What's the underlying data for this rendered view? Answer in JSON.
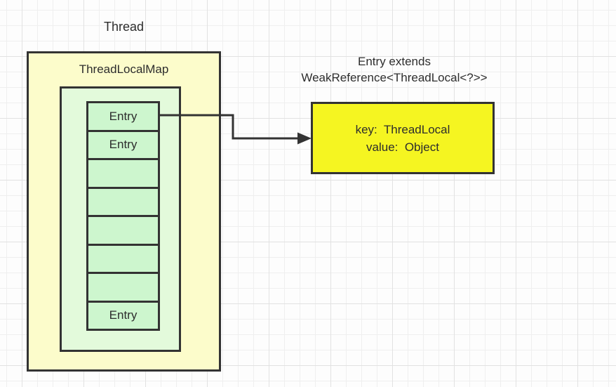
{
  "diagram": {
    "thread_label": "Thread",
    "map_label": "ThreadLocalMap",
    "entries": [
      "Entry",
      "Entry",
      "",
      "",
      "",
      "",
      "",
      "Entry"
    ],
    "note": {
      "line1": "Entry extends",
      "line2": "WeakReference<ThreadLocal<?>>"
    },
    "entry_detail": {
      "key_line": "key:  ThreadLocal",
      "value_line": "value:  Object"
    },
    "colors": {
      "outer_box_fill": "#FCFCCB",
      "inner_box_fill": "#E3FADB",
      "cell_fill": "#CDF6CE",
      "detail_box_fill": "#F5F521",
      "border": "#333333",
      "text": "#2D2D2D",
      "grid_minor": "#EFEFEF",
      "grid_major": "#E2E2E2"
    }
  }
}
